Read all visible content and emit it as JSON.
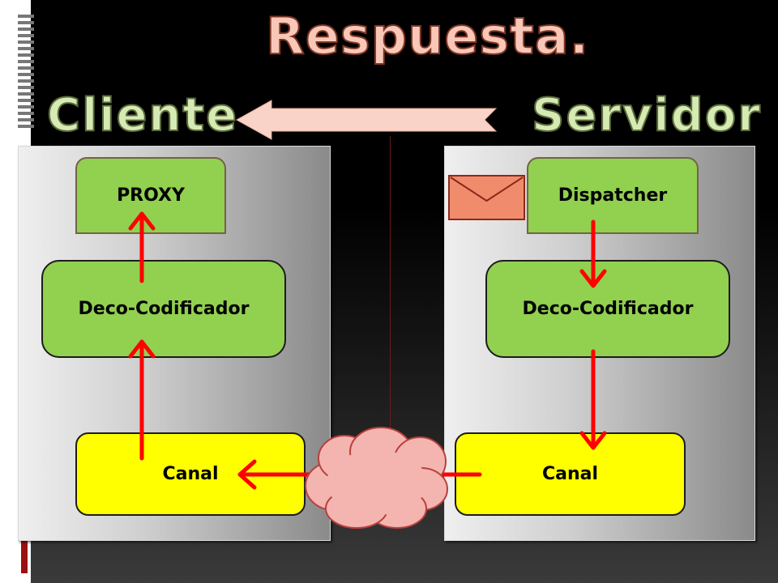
{
  "slide": {
    "title": "Respuesta.",
    "client_heading": "Cliente",
    "server_heading": "Servidor"
  },
  "client": {
    "proxy_label": "PROXY",
    "codec_label": "Deco-Codificador",
    "channel_label": "Canal"
  },
  "server": {
    "dispatcher_label": "Dispatcher",
    "codec_label": "Deco-Codificador",
    "channel_label": "Canal"
  },
  "colors": {
    "component": "#92d050",
    "channel": "#ffff00",
    "arrow": "#ff0000",
    "cloud": "#f4b5b0",
    "direction_arrow": "#f9d3c8",
    "envelope": "#f08c6c"
  },
  "icons": {
    "message": "envelope-icon",
    "network": "cloud-icon",
    "direction": "left-arrow-icon"
  }
}
